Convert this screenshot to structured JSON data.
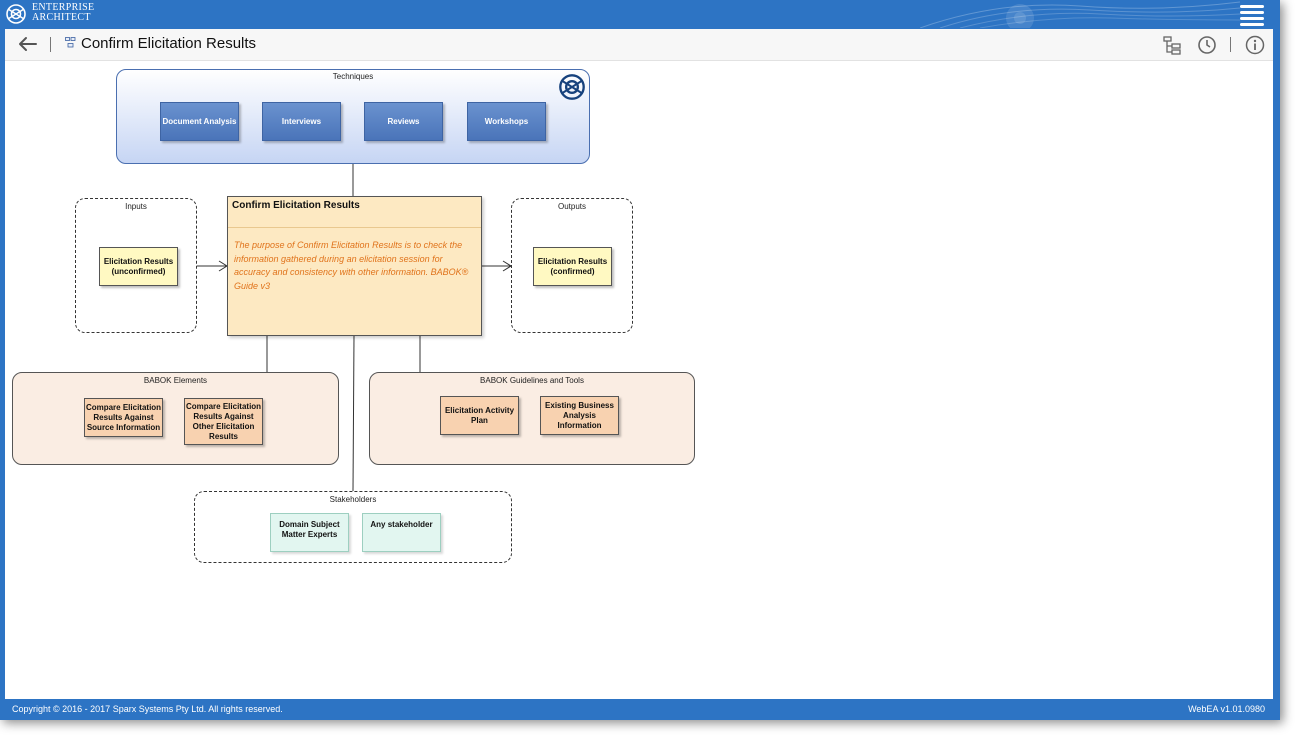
{
  "header": {
    "brand_line1": "ENTERPRISE",
    "brand_line2": "ARCHITECT",
    "logo_icon": "sparx-ea-logo-icon",
    "menu_icon": "hamburger-menu-icon"
  },
  "toolbar": {
    "title": "Confirm Elicitation Results",
    "back_icon": "arrow-left-icon",
    "diagram_icon": "diagram-icon",
    "right_icons": [
      "browser-tree-icon",
      "history-clock-icon",
      "info-icon"
    ]
  },
  "diagram": {
    "techniques": {
      "title": "Techniques",
      "items": [
        "Document Analysis",
        "Interviews",
        "Reviews",
        "Workshops"
      ]
    },
    "inputs": {
      "title": "Inputs",
      "item": "Elicitation Results (unconfirmed)"
    },
    "task": {
      "title": "Confirm Elicitation Results",
      "description": "The purpose of Confirm Elicitation Results is to check the information gathered during an elicitation session for accuracy and consistency with other information.",
      "source": "BABOK® Guide v3"
    },
    "outputs": {
      "title": "Outputs",
      "item": "Elicitation Results (confirmed)"
    },
    "elements": {
      "title": "BABOK Elements",
      "items": [
        "Compare Elicitation Results Against Source Information",
        "Compare Elicitation Results Against Other Elicitation Results"
      ]
    },
    "guidelines": {
      "title": "BABOK Guidelines and Tools",
      "items": [
        "Elicitation Activity Plan",
        "Existing Business Analysis Information"
      ]
    },
    "stakeholders": {
      "title": "Stakeholders",
      "items": [
        "Domain Subject Matter Experts",
        "Any stakeholder"
      ]
    }
  },
  "footer": {
    "copyright": "Copyright © 2016 - 2017 Sparx Systems Pty Ltd. All rights reserved.",
    "version": "WebEA v1.01.0980"
  },
  "colors": {
    "header_blue": "#2d74c4",
    "technique_blue": "#4f79bd",
    "task_fill": "#fde9c2",
    "task_text_orange": "#e0731b",
    "io_yellow": "#fff9c2",
    "element_peach": "#f8d2b0",
    "stakeholder_mint": "#e2f6f0"
  }
}
